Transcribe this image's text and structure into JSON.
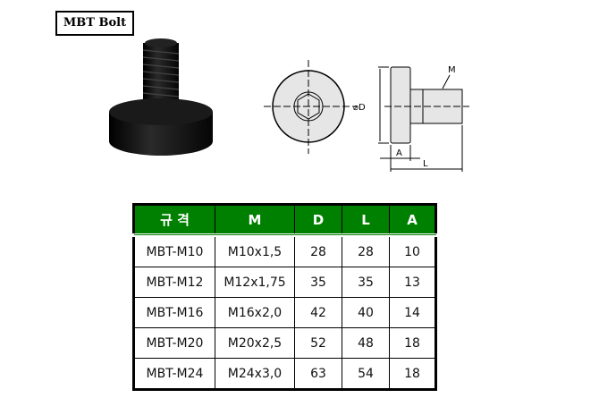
{
  "title": "MBT Bolt",
  "drawing": {
    "diameter_label": "⌀D",
    "m_label": "M",
    "a_label": "A",
    "l_label": "L"
  },
  "table": {
    "headers": [
      "규 격",
      "M",
      "D",
      "L",
      "A"
    ],
    "rows": [
      [
        "MBT-M10",
        "M10x1,5",
        "28",
        "28",
        "10"
      ],
      [
        "MBT-M12",
        "M12x1,75",
        "35",
        "35",
        "13"
      ],
      [
        "MBT-M16",
        "M16x2,0",
        "42",
        "40",
        "14"
      ],
      [
        "MBT-M20",
        "M20x2,5",
        "52",
        "48",
        "18"
      ],
      [
        "MBT-M24",
        "M24x3,0",
        "63",
        "54",
        "18"
      ]
    ]
  }
}
